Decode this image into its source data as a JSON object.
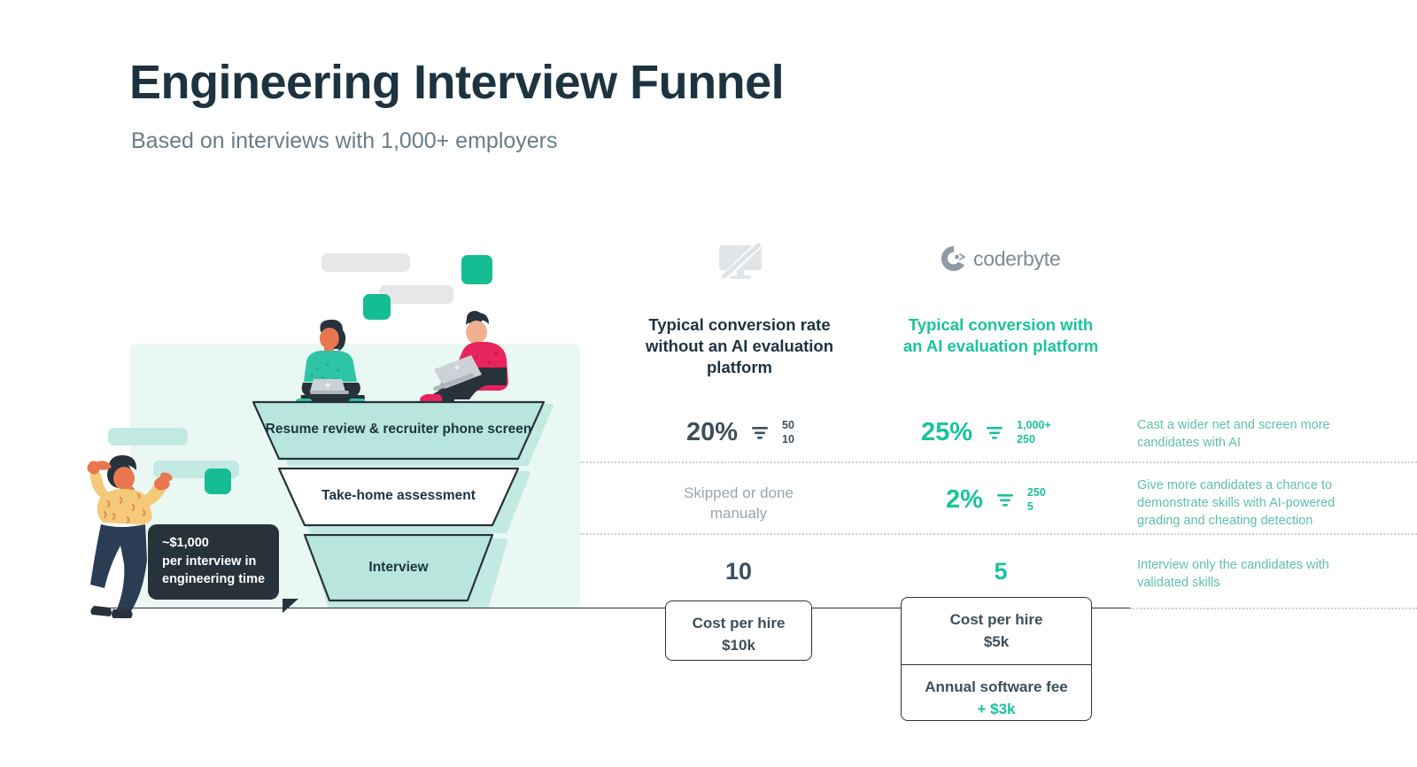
{
  "header": {
    "title": "Engineering Interview Funnel",
    "subtitle": "Based on interviews with 1,000+ employers"
  },
  "columns": {
    "without": {
      "icon": "monitor-slash-icon",
      "heading": "Typical conversion rate without an AI evaluation platform"
    },
    "with": {
      "icon": "coderbyte-logo",
      "logo_text": "coderbyte",
      "heading": "Typical conversion with an AI evaluation platform"
    }
  },
  "funnel": {
    "stages": [
      {
        "label": "Resume review & recruiter phone screen"
      },
      {
        "label": "Take-home assessment"
      },
      {
        "label": "Interview"
      }
    ]
  },
  "rows": [
    {
      "stage": "Resume review & recruiter phone screen",
      "without_pct": "20%",
      "without_from": "50",
      "without_to": "10",
      "with_pct": "25%",
      "with_from": "1,000+",
      "with_to": "250",
      "note": "Cast a wider net and screen more candidates with AI"
    },
    {
      "stage": "Take-home assessment",
      "without_text": "Skipped or done manualy",
      "with_pct": "2%",
      "with_from": "250",
      "with_to": "5",
      "note": "Give more candidates a chance to demonstrate skills with AI-powered grading and cheating detection"
    },
    {
      "stage": "Interview",
      "without_value": "10",
      "with_value": "5",
      "note": "Interview only the candidates with validated skills"
    }
  ],
  "cost": {
    "without": {
      "label": "Cost per hire",
      "value": "$10k"
    },
    "with": {
      "label": "Cost per hire",
      "value": "$5k",
      "fee_label": "Annual software fee",
      "fee_value": "+ $3k"
    }
  },
  "tooltip": {
    "line1": "~$1,000",
    "line2": "per interview in",
    "line3": "engineering time"
  },
  "colors": {
    "accent_teal": "#19c39c",
    "dark_navy": "#1e3340",
    "mint_bg": "#eaf8f3",
    "funnel_fill": "#b8e6dd",
    "muted_grey": "#9aa5ac",
    "note_teal": "#5fc0ab"
  },
  "chart_data": {
    "type": "funnel",
    "title": "Engineering Interview Funnel",
    "subtitle": "Based on interviews with 1,000+ employers",
    "stages": [
      "Resume review & recruiter phone screen",
      "Take-home assessment",
      "Interview"
    ],
    "series": [
      {
        "name": "Typical conversion rate without an AI evaluation platform",
        "conversion": [
          "20%",
          null,
          null
        ],
        "from_to": [
          [
            "50",
            "10"
          ],
          null,
          null
        ],
        "stage_note": [
          null,
          "Skipped or done manualy",
          null
        ],
        "final_count": "10",
        "cost_per_hire": "$10k"
      },
      {
        "name": "Typical conversion with an AI evaluation platform",
        "conversion": [
          "25%",
          "2%",
          null
        ],
        "from_to": [
          [
            "1,000+",
            "250"
          ],
          [
            "250",
            "5"
          ],
          null
        ],
        "final_count": "5",
        "cost_per_hire": "$5k",
        "annual_software_fee": "+ $3k"
      }
    ],
    "annotations": [
      "Cast a wider net and screen more candidates with AI",
      "Give more candidates a chance to demonstrate skills with AI-powered grading and cheating detection",
      "Interview only the candidates with validated skills"
    ],
    "callout": "~$1,000 per interview in engineering time"
  }
}
